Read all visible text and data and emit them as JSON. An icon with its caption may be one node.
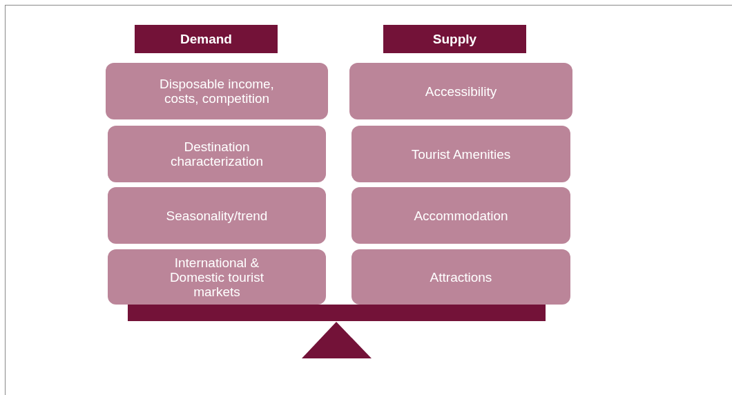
{
  "diagram": {
    "nodes": [
      {
        "text": [
          "Demand"
        ]
      },
      {
        "text": [
          "Disposable income, costs, competition"
        ]
      },
      {
        "text": [
          "Destination characterization"
        ]
      },
      {
        "text": [
          "Seasonality/trend"
        ]
      },
      {
        "text": [
          "International & Domestic tourist markets"
        ]
      },
      {
        "text": [
          "Supply"
        ]
      },
      {
        "text": [
          "Accessibility"
        ]
      },
      {
        "text": [
          "Tourist Amenities"
        ]
      },
      {
        "text": [
          "Accommodation"
        ]
      },
      {
        "text": [
          "Attractions"
        ]
      }
    ]
  }
}
